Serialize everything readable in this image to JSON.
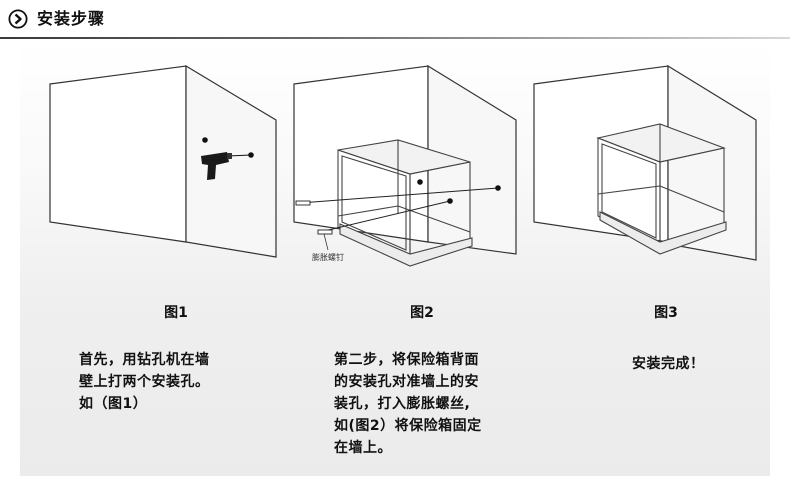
{
  "header": {
    "title": "安装步骤",
    "icon": "chevron-right-circle-icon"
  },
  "figures": [
    {
      "caption": "图1",
      "lines": [
        "首先，用钻孔机在墙",
        "壁上打两个安装孔。",
        "如（图1）"
      ]
    },
    {
      "caption": "图2",
      "anchor_label": "膨胀螺钉",
      "lines": [
        "第二步，将保险箱背面",
        "的安装孔对准墙上的安",
        "装孔，打入膨胀螺丝,",
        "如(图2）将保险箱固定",
        "在墙上。"
      ]
    },
    {
      "caption": "图3",
      "lines": [
        "安装完成！"
      ]
    }
  ]
}
